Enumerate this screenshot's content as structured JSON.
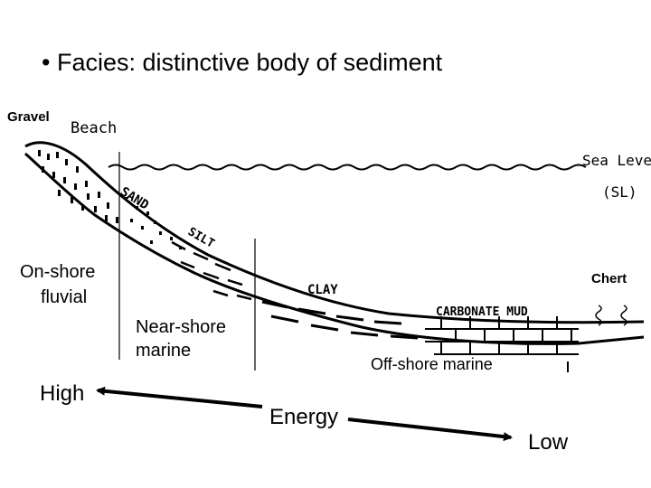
{
  "slide": {
    "title": "• Facies: distinctive body of sediment"
  },
  "labels": {
    "gravel": "Gravel",
    "beach": "Beach",
    "sand": "SAND",
    "silt": "SILT",
    "clay": "CLAY",
    "carbonate_mud": "CARBONATE  MUD",
    "sea_level": "Sea Level",
    "sea_level_abbrev": "(SL)",
    "chert": "Chert",
    "onshore_fluvial_1": "On-shore",
    "onshore_fluvial_2": "fluvial",
    "nearshore_marine_1": "Near-shore",
    "nearshore_marine_2": "marine",
    "offshore_marine": "Off-shore marine",
    "energy_high": "High",
    "energy_label": "Energy",
    "energy_low": "Low"
  },
  "colors": {
    "ink": "#000000",
    "background": "#ffffff"
  }
}
